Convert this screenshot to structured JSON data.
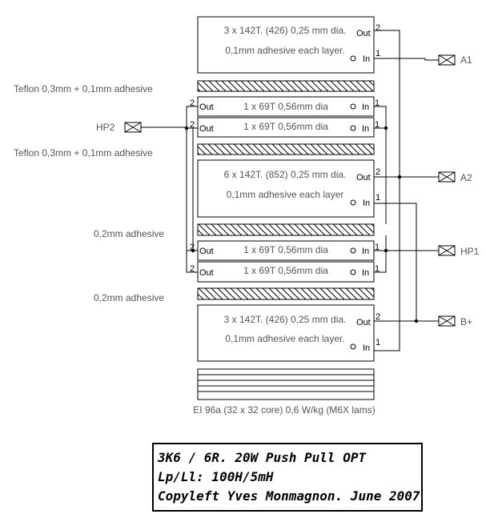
{
  "windings": {
    "a1": {
      "line1": "3 x 142T. (426) 0,25 mm dia.",
      "line2": "0,1mm adhesive each layer.",
      "out": "Out",
      "in": "In",
      "pin_out": "2",
      "pin_in": "1"
    },
    "hp2a": {
      "text": "1 x 69T 0,56mm dia",
      "out": "Out",
      "in": "In",
      "pin_out": "2",
      "pin_in": "1"
    },
    "hp2b": {
      "text": "1 x 69T 0,56mm dia",
      "out": "Out",
      "in": "In",
      "pin_out": "2",
      "pin_in": "1"
    },
    "a2": {
      "line1": "6 x 142T. (852) 0,25 mm dia.",
      "line2": "0,1mm adhesive each layer",
      "out": "Out",
      "in": "In",
      "pin_out": "2",
      "pin_in": "1"
    },
    "hp1a": {
      "text": "1 x 69T 0,56mm dia",
      "out": "Out",
      "in": "In",
      "pin_out": "2",
      "pin_in": "1"
    },
    "hp1b": {
      "text": "1 x 69T 0,56mm dia",
      "out": "Out",
      "in": "In",
      "pin_out": "2",
      "pin_in": "1"
    },
    "b": {
      "line1": "3 x 142T. (426) 0,25 mm dia.",
      "line2": "0,1mm adhesive each layer.",
      "out": "Out",
      "in": "In",
      "pin_out": "2",
      "pin_in": "1"
    }
  },
  "insulation": {
    "teflon1": "Teflon 0,3mm + 0,1mm adhesive",
    "teflon2": "Teflon 0,3mm + 0,1mm adhesive",
    "adhesive1": "0,2mm adhesive",
    "adhesive2": "0,2mm adhesive"
  },
  "core": "EI 96a (32 x 32 core) 0,6 W/kg (M6X lams)",
  "terminals": {
    "a1": "A1",
    "a2": "A2",
    "hp1": "HP1",
    "hp2": "HP2",
    "bplus": "B+"
  },
  "title_block": {
    "line1": "3K6 / 6R. 20W Push Pull OPT",
    "line2": "Lp/Ll: 100H/5mH",
    "line3": "Copyleft Yves Monmagnon. June 2007"
  }
}
